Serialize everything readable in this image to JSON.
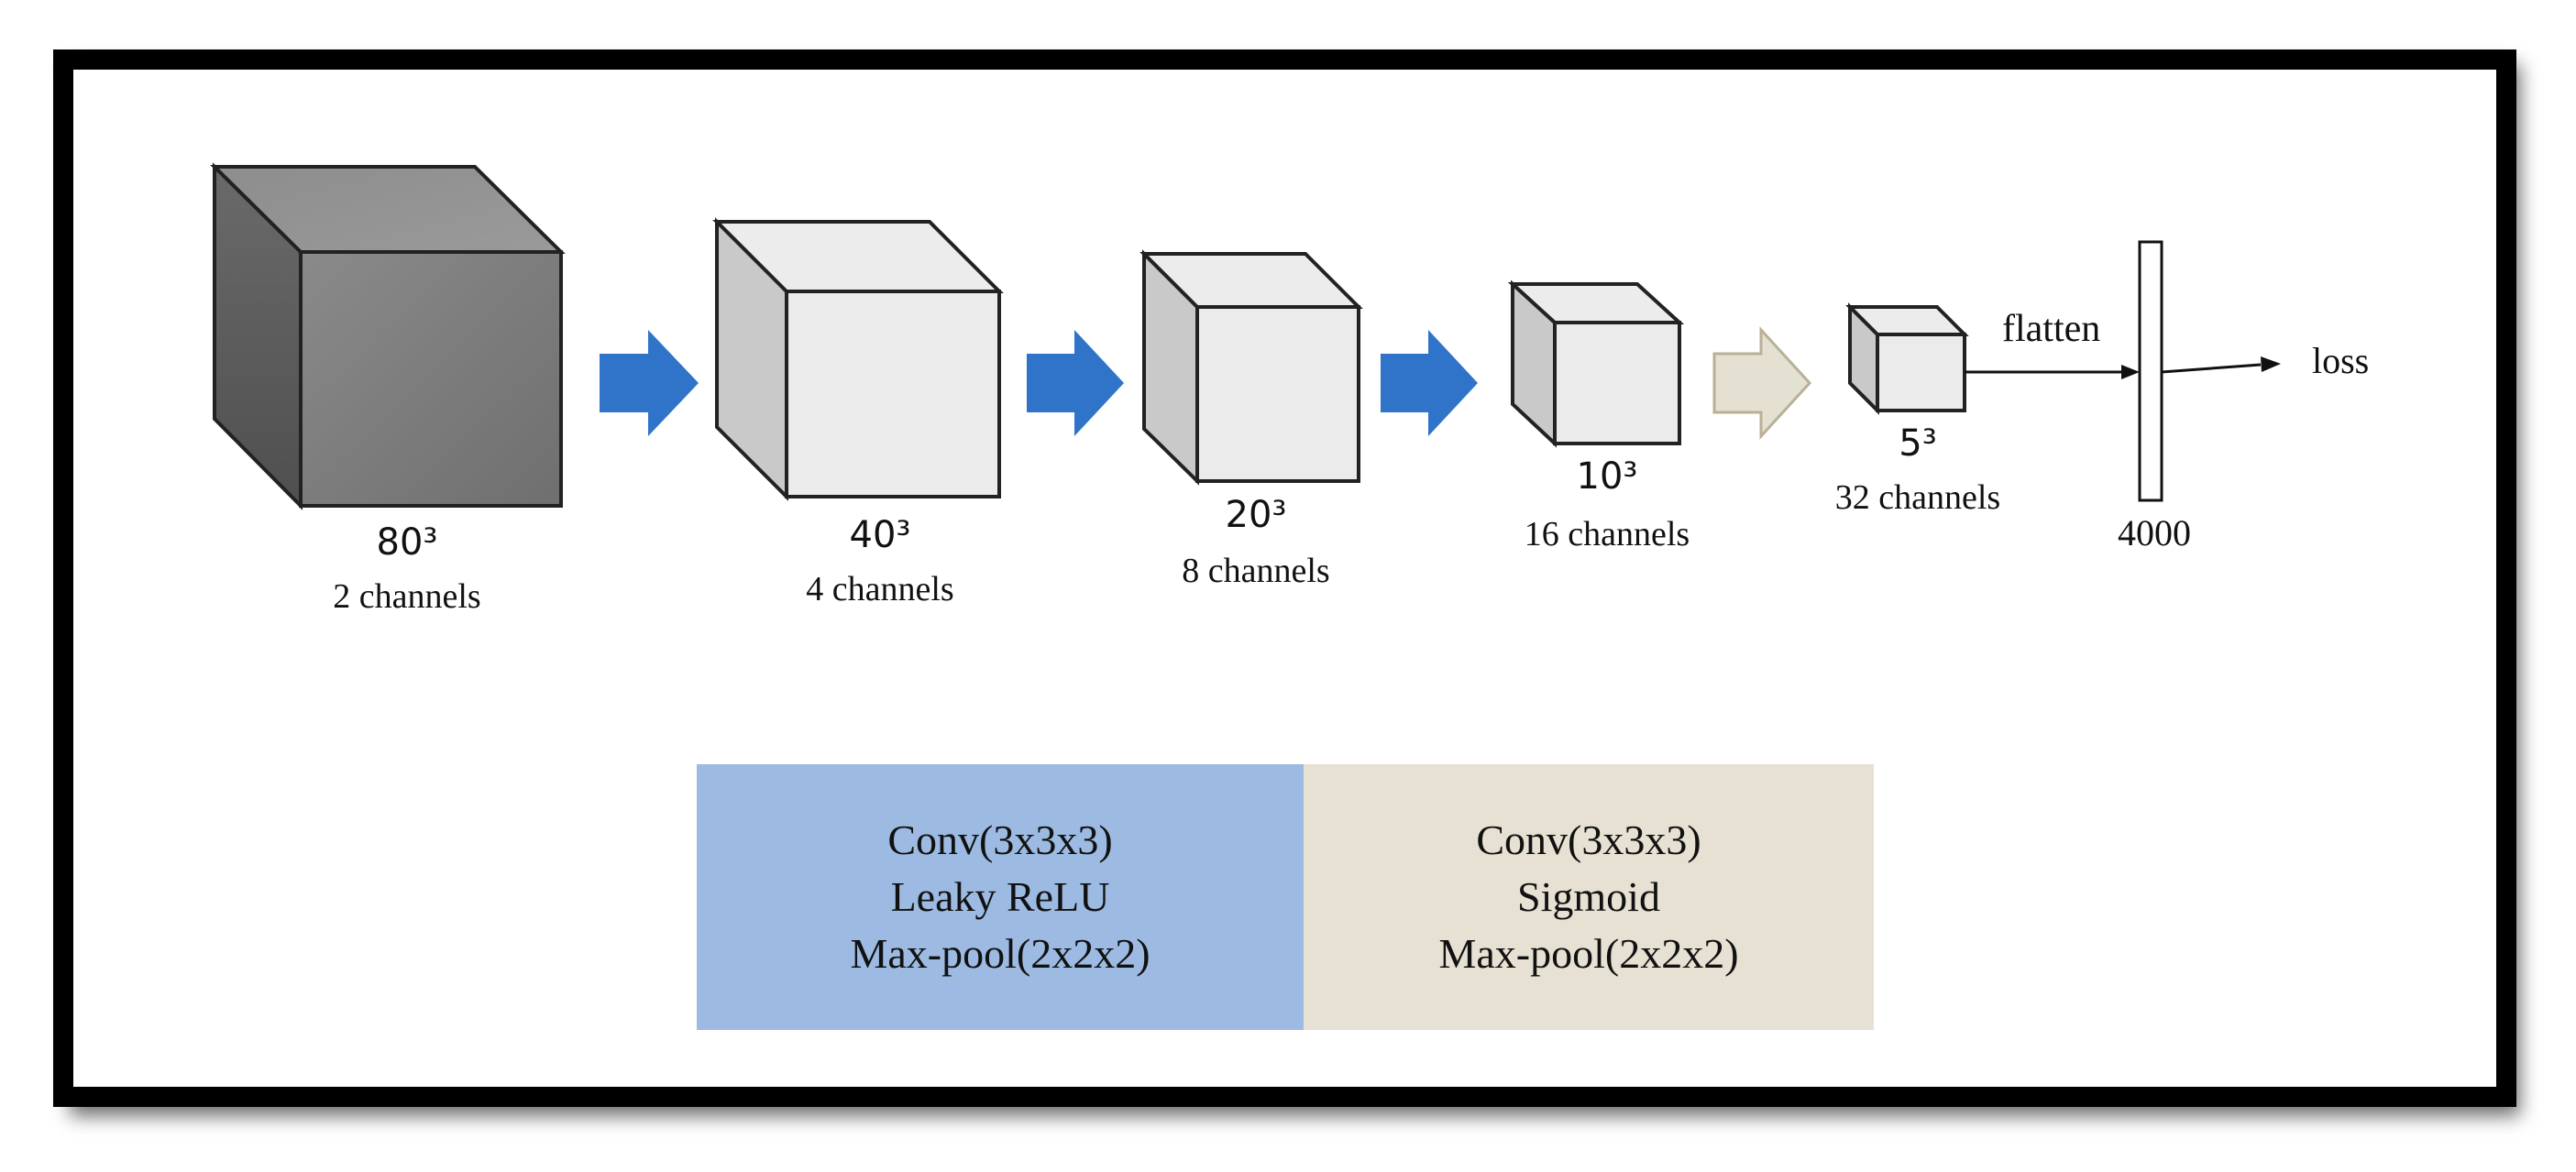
{
  "layers": [
    {
      "size": "80³",
      "channels": "2 channels"
    },
    {
      "size": "40³",
      "channels": "4 channels"
    },
    {
      "size": "20³",
      "channels": "8 channels"
    },
    {
      "size": "10³",
      "channels": "16 channels"
    },
    {
      "size": "5³",
      "channels": "32 channels"
    }
  ],
  "flatten_label": "flatten",
  "vector_size": "4000",
  "output_label": "loss",
  "legend": [
    {
      "lines": [
        "Conv(3x3x3)",
        "Leaky ReLU",
        "Max-pool(2x2x2)"
      ],
      "color": "#9dbbe2"
    },
    {
      "lines": [
        "Conv(3x3x3)",
        "Sigmoid",
        "Max-pool(2x2x2)"
      ],
      "color": "#e6e1d3"
    }
  ],
  "colors": {
    "arrow_blue": "#2f74c8",
    "arrow_beige": "#e4e0d2",
    "cube_dark": "#7a7a7a",
    "cube_light": "#e9e9e9"
  }
}
